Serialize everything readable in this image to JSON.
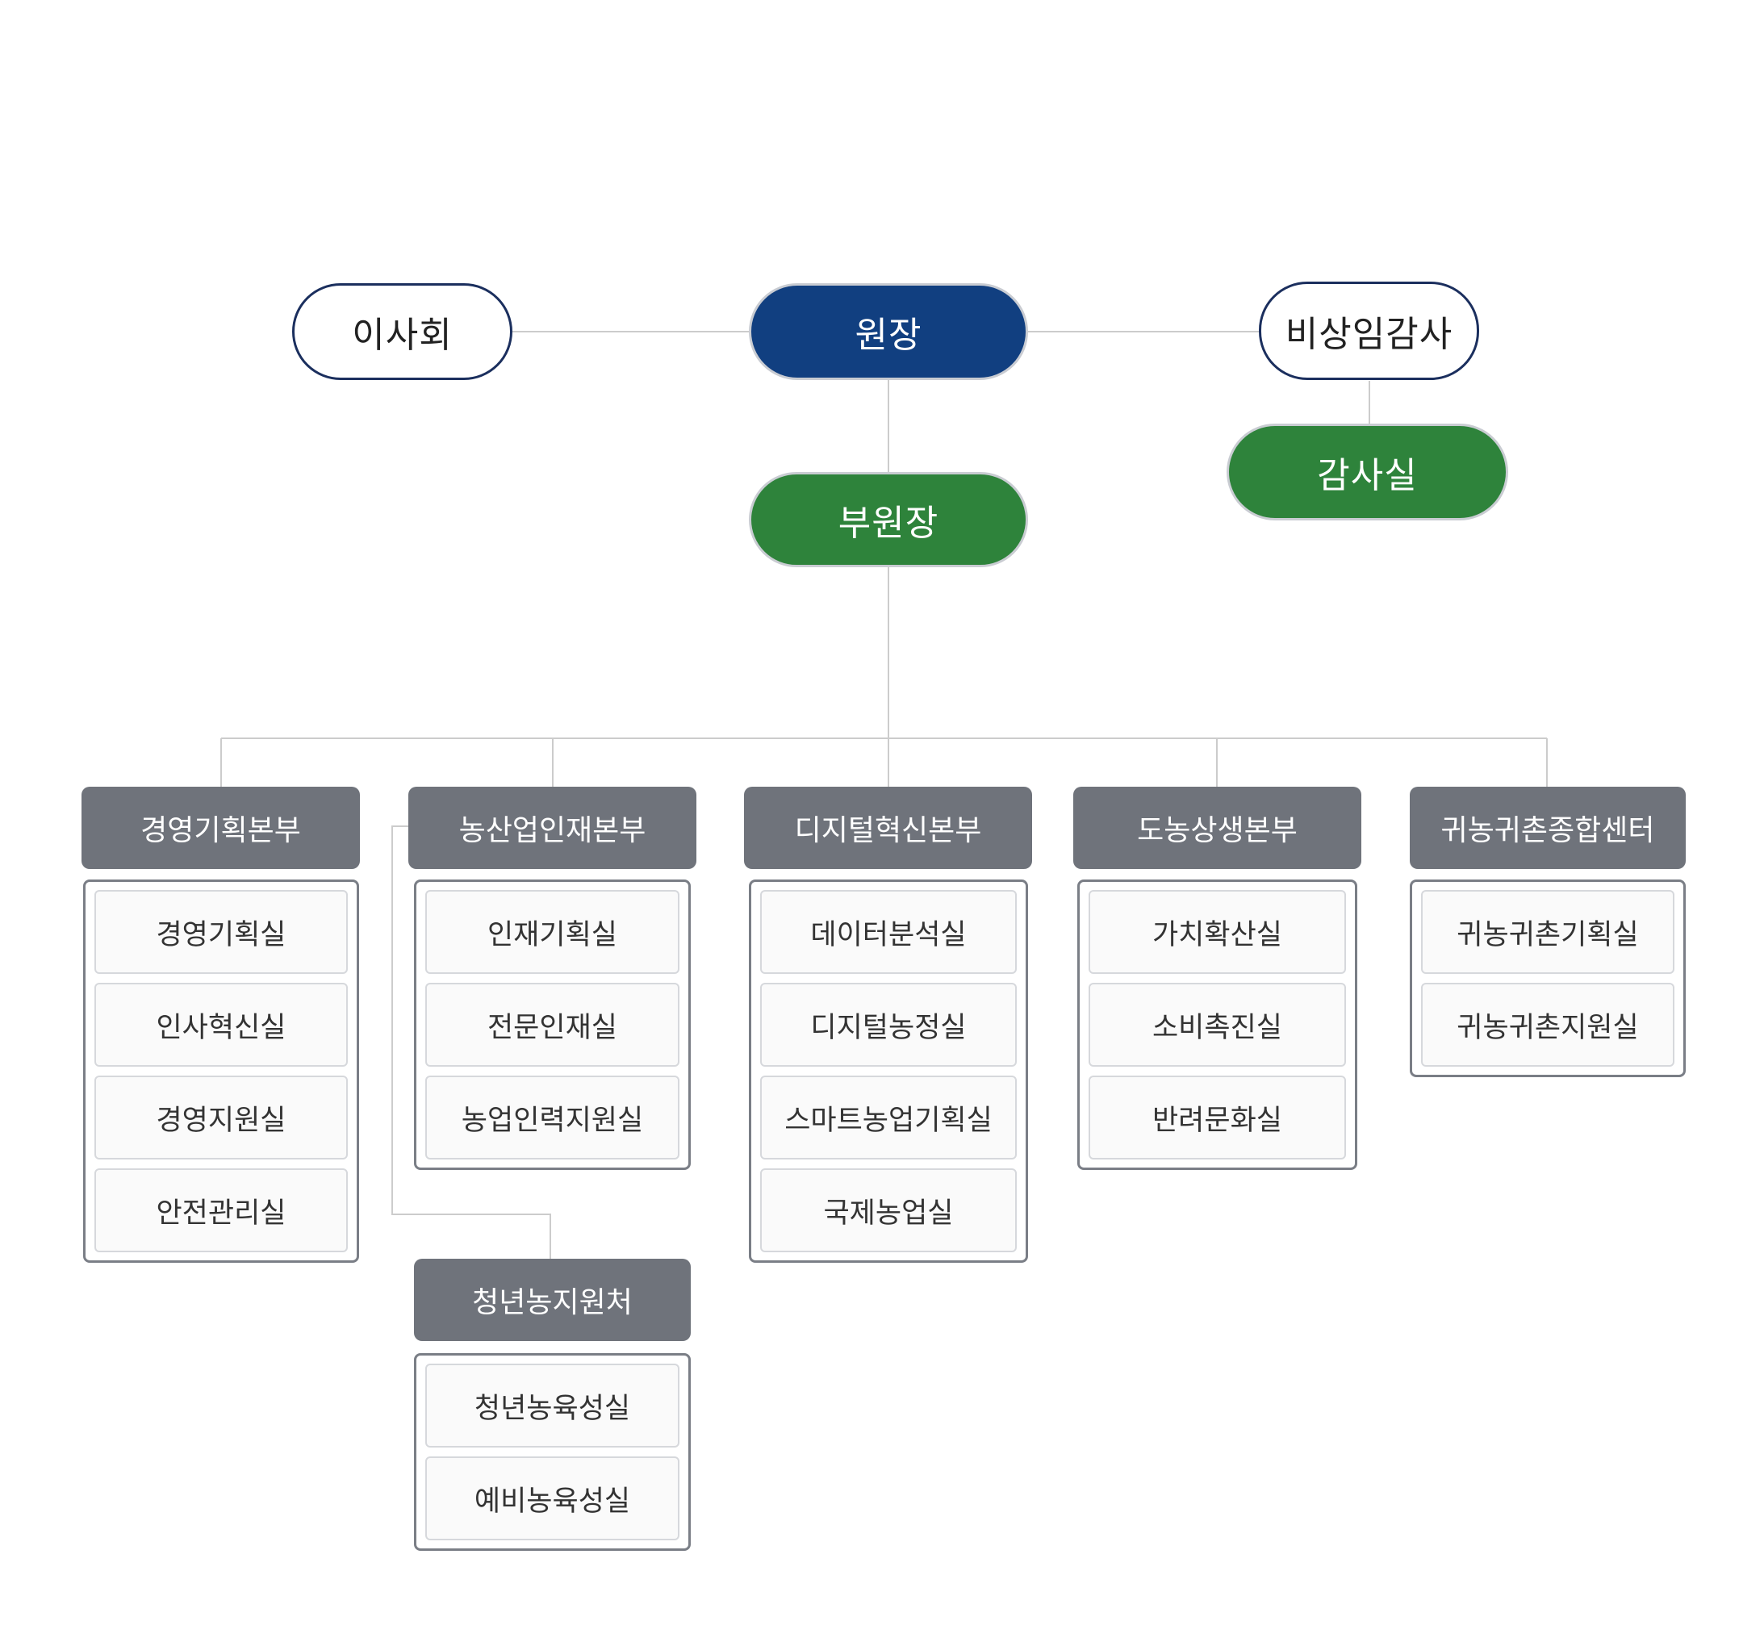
{
  "top": {
    "board": "이사회",
    "president": "원장",
    "auditor": "비상임감사",
    "audit_office": "감사실",
    "vice_president": "부원장"
  },
  "departments": [
    {
      "name": "경영기획본부",
      "units": [
        "경영기획실",
        "인사혁신실",
        "경영지원실",
        "안전관리실"
      ]
    },
    {
      "name": "농산업인재본부",
      "units": [
        "인재기획실",
        "전문인재실",
        "농업인력지원실"
      ]
    },
    {
      "name": "디지털혁신본부",
      "units": [
        "데이터분석실",
        "디지털농정실",
        "스마트농업기획실",
        "국제농업실"
      ]
    },
    {
      "name": "도농상생본부",
      "units": [
        "가치확산실",
        "소비촉진실",
        "반려문화실"
      ]
    },
    {
      "name": "귀농귀촌종합센터",
      "units": [
        "귀농귀촌기획실",
        "귀농귀촌지원실"
      ]
    }
  ],
  "sub_department": {
    "name": "청년농지원처",
    "units": [
      "청년농육성실",
      "예비농육성실"
    ]
  },
  "colors": {
    "navy": "#113f80",
    "green": "#2e833b",
    "dept_gray": "#6f737b",
    "line": "#cccccc"
  }
}
